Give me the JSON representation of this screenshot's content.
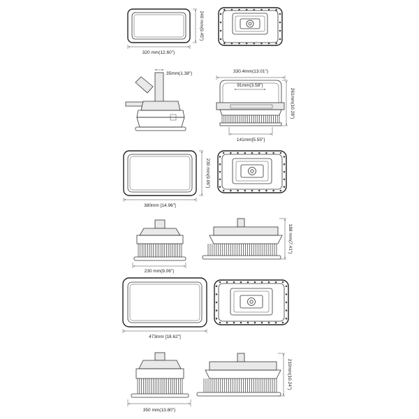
{
  "dimensions": {
    "d1_height": "240 mm(9.45\")",
    "d1_width": "320 mm(12.60\")",
    "d2_arm": "35mm(1.38\")",
    "d2_total_width": "330.4mm(13.01\")",
    "d2_inner": "91mm(3.58\")",
    "d2_height": "261mm(10.28\")",
    "d2_base": "141mm[5.55\"]",
    "d3_height": "230 mm(9.06\")",
    "d3_width": "380mm [14.96\"]",
    "d4_height": "188 mm(7.41\")",
    "d4_width": "230 mm(9.06\")",
    "d5_width": "473mm [18.62\"]",
    "d6_height": "210mm(10.24\")",
    "d6_width": "350 mm(13.80\")"
  }
}
